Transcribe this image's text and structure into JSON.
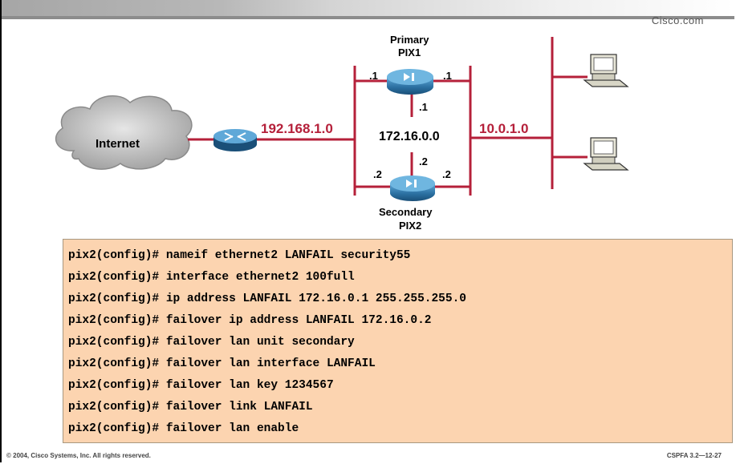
{
  "header": {
    "brand": "Cisco.com"
  },
  "diagram": {
    "cloud_label": "Internet",
    "outside_network": "192.168.1.0",
    "inside_network": "10.0.1.0",
    "failover_network": "172.16.0.0",
    "primary": {
      "role": "Primary",
      "name": "PIX1",
      "outside_ip": ".1",
      "inside_ip": ".1",
      "failover_ip": ".1"
    },
    "secondary": {
      "role": "Secondary",
      "name": "PIX2",
      "outside_ip": ".2",
      "inside_ip": ".2",
      "failover_ip": ".2"
    }
  },
  "config_lines": [
    "pix2(config)# nameif ethernet2 LANFAIL security55",
    "pix2(config)# interface ethernet2 100full",
    "pix2(config)# ip address LANFAIL 172.16.0.1 255.255.255.0",
    "pix2(config)# failover ip address LANFAIL 172.16.0.2",
    "pix2(config)# failover lan unit secondary",
    "pix2(config)# failover lan interface LANFAIL",
    "pix2(config)# failover lan key 1234567",
    "pix2(config)# failover link LANFAIL",
    "pix2(config)# failover lan enable"
  ],
  "footer": {
    "copyright": "© 2004, Cisco Systems, Inc. All rights reserved.",
    "course_code": "CSPFA 3.2—12-27"
  },
  "colors": {
    "link_red": "#b5203a",
    "config_bg": "#fcd4b0",
    "device_blue": "#2a6fa0"
  }
}
